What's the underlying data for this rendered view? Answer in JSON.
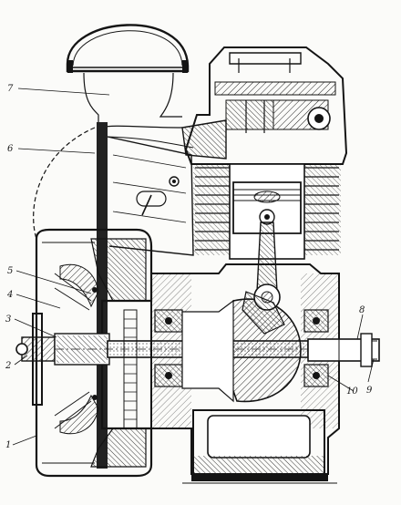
{
  "figure": {
    "ink_color": "#141414",
    "paper_color": "#fbfbf9",
    "section_color": "#1c1c1c"
  },
  "callouts": [
    {
      "id": "1",
      "text": "1"
    },
    {
      "id": "2",
      "text": "2"
    },
    {
      "id": "3",
      "text": "3"
    },
    {
      "id": "4",
      "text": "4"
    },
    {
      "id": "5",
      "text": "5"
    },
    {
      "id": "6",
      "text": "6"
    },
    {
      "id": "7",
      "text": "7"
    },
    {
      "id": "8",
      "text": "8"
    },
    {
      "id": "9",
      "text": "9"
    },
    {
      "id": "10",
      "text": "10"
    }
  ]
}
